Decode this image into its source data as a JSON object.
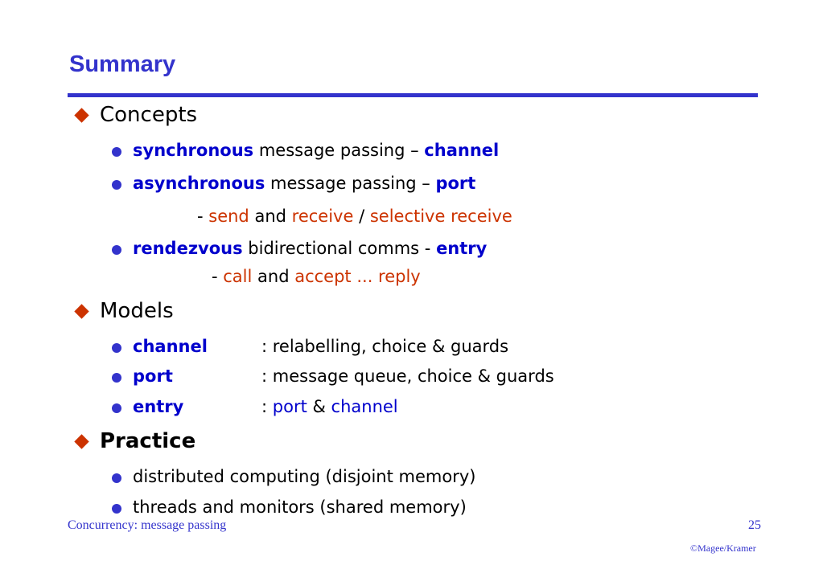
{
  "slide": {
    "title": "Summary",
    "concepts": {
      "heading": "Concepts",
      "sync": {
        "term": "synchronous",
        "text": " message passing – ",
        "target": "channel"
      },
      "async": {
        "term": "asynchronous",
        "text": " message passing – ",
        "target": "port"
      },
      "async_ops": {
        "dash": "- ",
        "send": "send",
        "and": " and ",
        "receive": "receive",
        "slash": " / ",
        "selective": "selective receive"
      },
      "rendezvous": {
        "term": "rendezvous",
        "text": " bidirectional comms - ",
        "target": "entry"
      },
      "rendezvous_ops": {
        "dash": "- ",
        "call": "call",
        "and": " and ",
        "accept": "accept ... reply"
      }
    },
    "models": {
      "heading": "Models",
      "channel": {
        "term": "channel",
        "desc": ": relabelling, choice & guards"
      },
      "port": {
        "term": "port",
        "desc": ": message queue, choice & guards"
      },
      "entry": {
        "term": "entry",
        "colon": ": ",
        "port": "port",
        "amp": " & ",
        "channel": "channel"
      }
    },
    "practice": {
      "heading": "Practice",
      "item1": "distributed computing (disjoint memory)",
      "item2": "threads and monitors  (shared memory)"
    }
  },
  "footer": {
    "left": "Concurrency: message passing",
    "page": "25",
    "copyright": "©Magee/Kramer"
  },
  "colors": {
    "title": "#3333cc",
    "term": "#0000cc",
    "operation": "#cc3300",
    "bullet_diamond": "#cc3300",
    "bullet_dot": "#3333cc"
  },
  "icons": {
    "level1_bullet": "diamond-bullet-icon",
    "level2_bullet": "dot-bullet-icon"
  }
}
